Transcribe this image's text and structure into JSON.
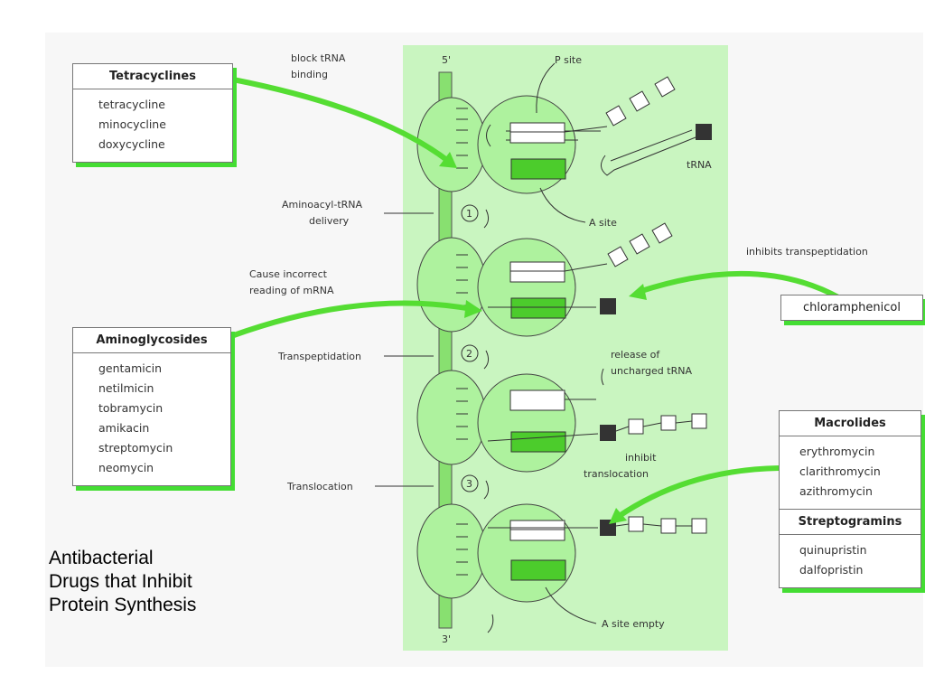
{
  "title_lines": [
    "Antibacterial",
    "Drugs that Inhibit",
    "Protein Synthesis"
  ],
  "mrna": {
    "five_prime": "5'",
    "three_prime": "3'"
  },
  "labels": {
    "block_trna": [
      "block tRNA",
      "binding"
    ],
    "p_site": "P site",
    "trna": "tRNA",
    "a_site": "A site",
    "aminoacyl": [
      "Aminoacyl-tRNA",
      "delivery"
    ],
    "incorrect": [
      "Cause incorrect",
      "reading of mRNA"
    ],
    "inhibits_transpep": "inhibits transpeptidation",
    "transpeptidation": "Transpeptidation",
    "release": [
      "release of",
      "uncharged tRNA"
    ],
    "inhibit_transloc": [
      "inhibit",
      "translocation"
    ],
    "translocation": "Translocation",
    "a_site_empty": "A site empty",
    "steps": [
      "1",
      "2",
      "3"
    ]
  },
  "boxes": {
    "tetracyclines": {
      "header": "Tetracyclines",
      "items": [
        "tetracycline",
        "minocycline",
        "doxycycline"
      ]
    },
    "aminoglycosides": {
      "header": "Aminoglycosides",
      "items": [
        "gentamicin",
        "netilmicin",
        "tobramycin",
        "amikacin",
        "streptomycin",
        "neomycin"
      ]
    },
    "chloramphenicol": {
      "header": "chloramphenicol"
    },
    "macrolides": {
      "header": "Macrolides",
      "items": [
        "erythromycin",
        "clarithromycin",
        "azithromycin"
      ]
    },
    "streptogramins": {
      "header": "Streptogramins",
      "items": [
        "quinupristin",
        "dalfopristin"
      ]
    }
  },
  "colors": {
    "green_panel": "#c9f5c0",
    "ribosome": "#aef29e",
    "arrow": "#55dd33",
    "strand": "#88e070",
    "dark": "#333333"
  }
}
